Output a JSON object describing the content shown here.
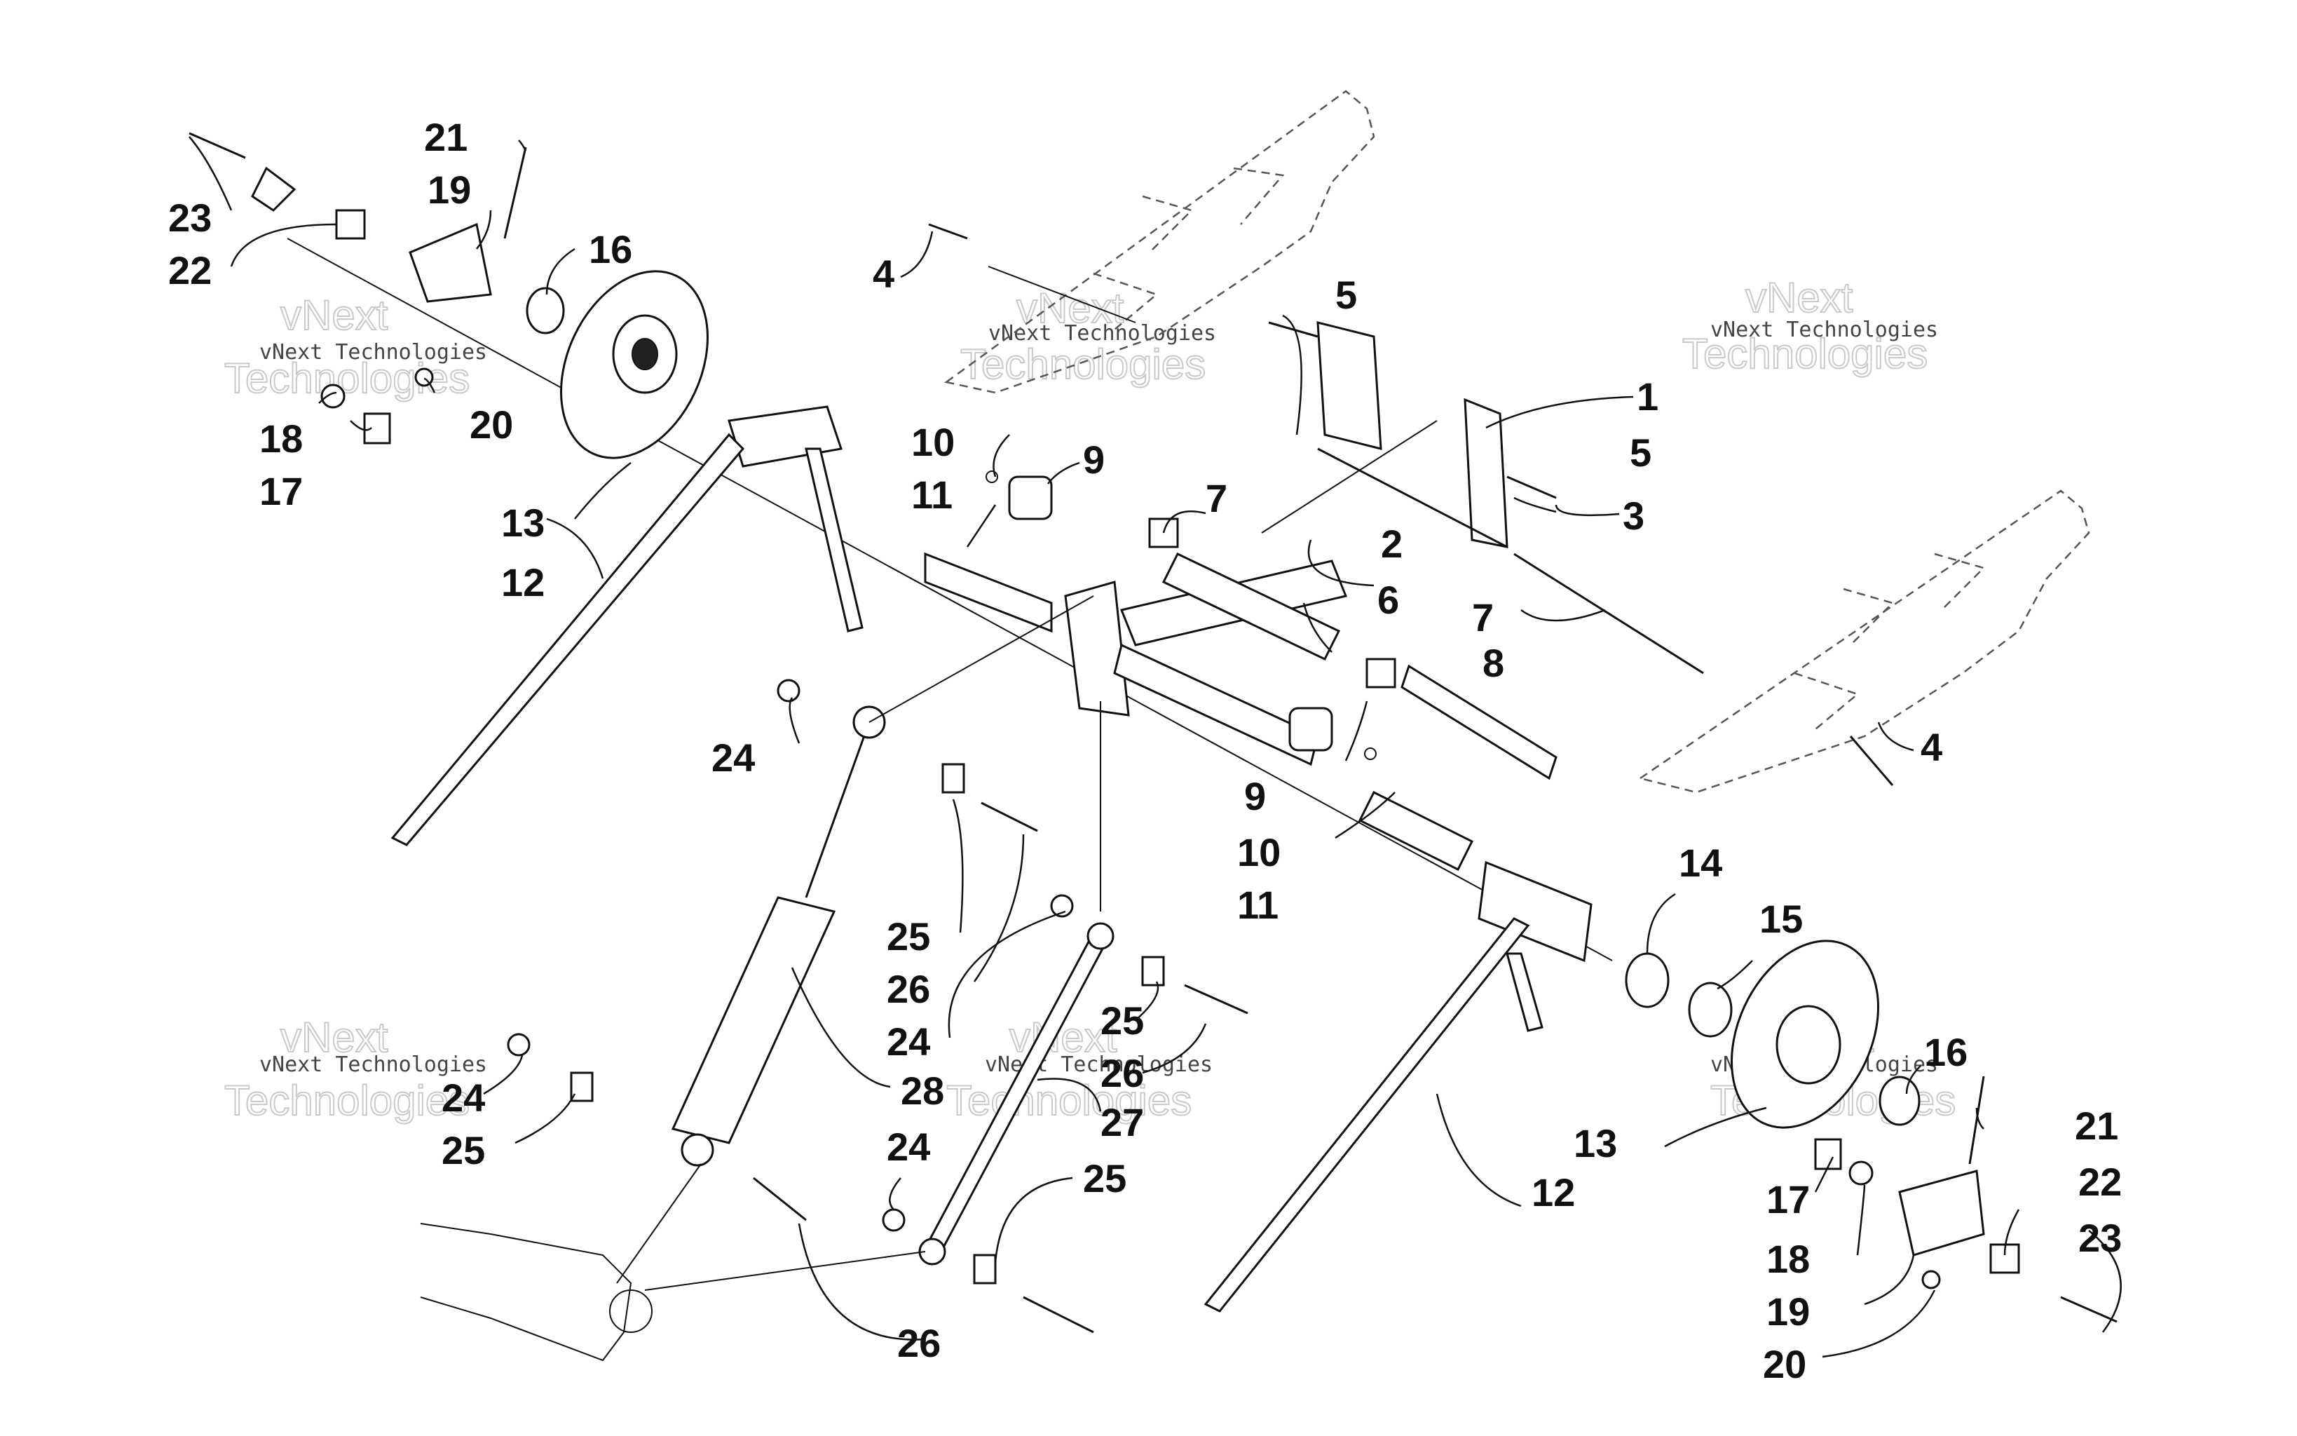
{
  "watermarks": {
    "small_text": "vNext Technologies",
    "big_line1": "vNext",
    "big_line2": "Technologies"
  },
  "callouts": {
    "c1": "1",
    "c2": "2",
    "c3": "3",
    "c4a": "4",
    "c4b": "4",
    "c5a": "5",
    "c5b": "5",
    "c6": "6",
    "c7a": "7",
    "c7b": "7",
    "c8": "8",
    "c9a": "9",
    "c9b": "9",
    "c10a": "10",
    "c10b": "10",
    "c11a": "11",
    "c11b": "11",
    "c12a": "12",
    "c12b": "12",
    "c13a": "13",
    "c13b": "13",
    "c14": "14",
    "c15": "15",
    "c16a": "16",
    "c16b": "16",
    "c17a": "17",
    "c17b": "17",
    "c18a": "18",
    "c18b": "18",
    "c19a": "19",
    "c19b": "19",
    "c20a": "20",
    "c20b": "20",
    "c21a": "21",
    "c21b": "21",
    "c22a": "22",
    "c22b": "22",
    "c23a": "23",
    "c23b": "23",
    "c24a": "24",
    "c24b": "24",
    "c24c": "24",
    "c24d": "24",
    "c25a": "25",
    "c25b": "25",
    "c25c": "25",
    "c25d": "25",
    "c26a": "26",
    "c26b": "26",
    "c26c": "26",
    "c27": "27",
    "c28": "28"
  }
}
